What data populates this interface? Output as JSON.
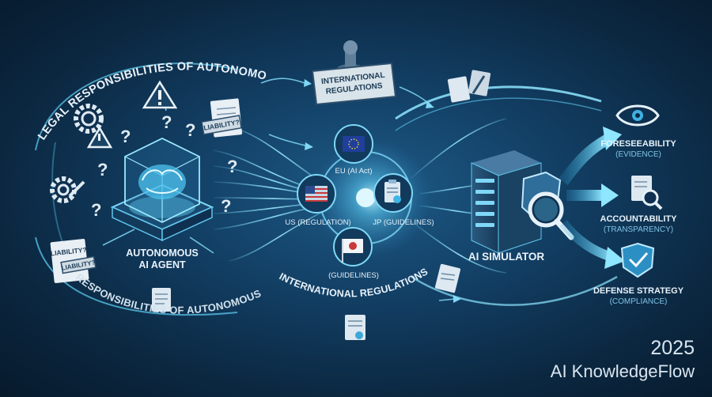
{
  "arc_top_text": "LEGAL RESPONSIBILITIES OF AUTONOMOUS AI",
  "arc_bottom_text": "RESPONSIBILITIES OF AUTONOMOUS AI",
  "agent_label_line1": "AUTONOMOUS",
  "agent_label_line2": "AI AGENT",
  "liability_tag": "LIABILITY?",
  "stamp_line1": "INTERNATIONAL",
  "stamp_line2": "REGULATIONS",
  "hub_nodes": {
    "eu": "EU (AI Act)",
    "us": "US (REGULATION)",
    "jp_right": "JP (GUIDELINES)",
    "jp_bottom": "(GUIDELINES)"
  },
  "curved_regulations": "INTERNATIONAL REGULATIONS",
  "simulator_label": "AI SIMULATOR",
  "outcomes": [
    {
      "title": "FORESEEABILITY",
      "sub": "(EVIDENCE)",
      "icon": "eye-icon"
    },
    {
      "title": "ACCOUNTABILITY",
      "sub": "(TRANSPARENCY)",
      "icon": "magnifier-document-icon"
    },
    {
      "title": "DEFENSE STRATEGY",
      "sub": "(COMPLIANCE)",
      "icon": "shield-check-icon"
    }
  ],
  "year": "2025",
  "brand": "AI KnowledgeFlow",
  "colors": {
    "accent": "#5fd0f5",
    "background": "#0f3355",
    "text": "#e8f2fa"
  }
}
